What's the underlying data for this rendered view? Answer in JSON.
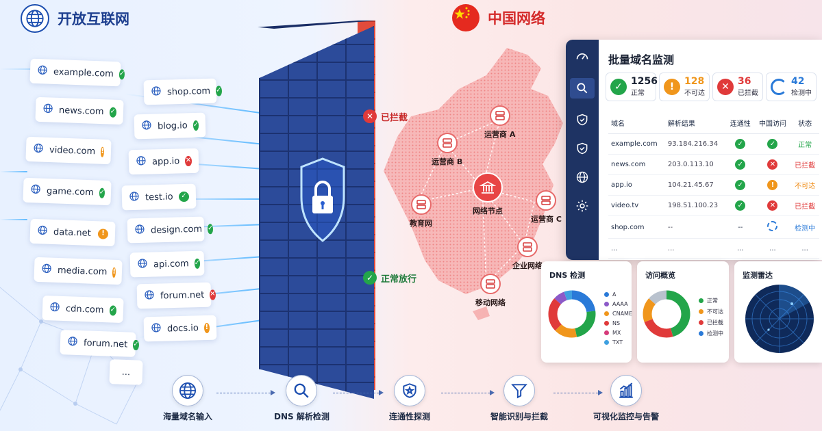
{
  "header_left": {
    "title": "开放互联网"
  },
  "header_right": {
    "title": "中国网络"
  },
  "domains": [
    {
      "name": "example.com",
      "status": "ok"
    },
    {
      "name": "shop.com",
      "status": "ok"
    },
    {
      "name": "news.com",
      "status": "ok"
    },
    {
      "name": "blog.io",
      "status": "ok"
    },
    {
      "name": "video.com",
      "status": "warn"
    },
    {
      "name": "app.io",
      "status": "bad"
    },
    {
      "name": "game.com",
      "status": "ok"
    },
    {
      "name": "test.io",
      "status": "ok"
    },
    {
      "name": "data.net",
      "status": "warn"
    },
    {
      "name": "design.com",
      "status": "ok"
    },
    {
      "name": "media.com",
      "status": "warn"
    },
    {
      "name": "api.com",
      "status": "ok"
    },
    {
      "name": "cdn.com",
      "status": "ok"
    },
    {
      "name": "forum.net",
      "status": "bad"
    },
    {
      "name": "forum.net",
      "status": "ok"
    },
    {
      "name": "docs.io",
      "status": "warn"
    },
    {
      "name": "...",
      "status": ""
    }
  ],
  "wall_tags": {
    "blocked": "已拦截",
    "allowed": "正常放行"
  },
  "nodes": {
    "center": "网络节点",
    "isp_a": "运营商 A",
    "isp_b": "运营商 B",
    "isp_c": "运营商 C",
    "edu": "教育网",
    "enterprise": "企业网络",
    "mobile": "移动网络"
  },
  "panel": {
    "title": "批量域名监测",
    "stats": [
      {
        "value": "1256",
        "label": "正常",
        "color": "#23a54a"
      },
      {
        "value": "128",
        "label": "不可达",
        "color": "#f0961c"
      },
      {
        "value": "36",
        "label": "已拦截",
        "color": "#e03a3a"
      },
      {
        "value": "42",
        "label": "检测中",
        "color": "#2a7ad8"
      }
    ],
    "columns": [
      "域名",
      "解析结果",
      "连通性",
      "中国访问",
      "状态"
    ],
    "rows": [
      {
        "domain": "example.com",
        "ip": "93.184.216.34",
        "conn": "ok",
        "cn": "ok",
        "status": "正常",
        "cls": "grn"
      },
      {
        "domain": "news.com",
        "ip": "203.0.113.10",
        "conn": "ok",
        "cn": "bad",
        "status": "已拦截",
        "cls": "red"
      },
      {
        "domain": "app.io",
        "ip": "104.21.45.67",
        "conn": "ok",
        "cn": "warn",
        "status": "不可达",
        "cls": "org"
      },
      {
        "domain": "video.tv",
        "ip": "198.51.100.23",
        "conn": "ok",
        "cn": "bad",
        "status": "已拦截",
        "cls": "red"
      },
      {
        "domain": "shop.com",
        "ip": "--",
        "conn": "--",
        "cn": "pend",
        "status": "检测中",
        "cls": "blu"
      },
      {
        "domain": "...",
        "ip": "...",
        "conn": "...",
        "cn": "...",
        "status": "...",
        "cls": ""
      }
    ]
  },
  "cards": {
    "dns": {
      "title": "DNS 检测",
      "legend": [
        "A",
        "AAAA",
        "CNAME",
        "NS",
        "MX",
        "TXT"
      ]
    },
    "access": {
      "title": "访问概览",
      "legend": [
        "正常",
        "不可达",
        "已拦截",
        "检测中"
      ]
    },
    "radar": {
      "title": "监测雷达"
    }
  },
  "flow": [
    "海量域名输入",
    "DNS 解析检测",
    "连通性探测",
    "智能识别与拦截",
    "可视化监控与告警"
  ],
  "colors": {
    "primary_blue": "#1d3f8f",
    "accent_red": "#d42a2a",
    "ok": "#23a54a",
    "warn": "#f0961c",
    "bad": "#e03a3a",
    "pending": "#2a7ad8"
  }
}
